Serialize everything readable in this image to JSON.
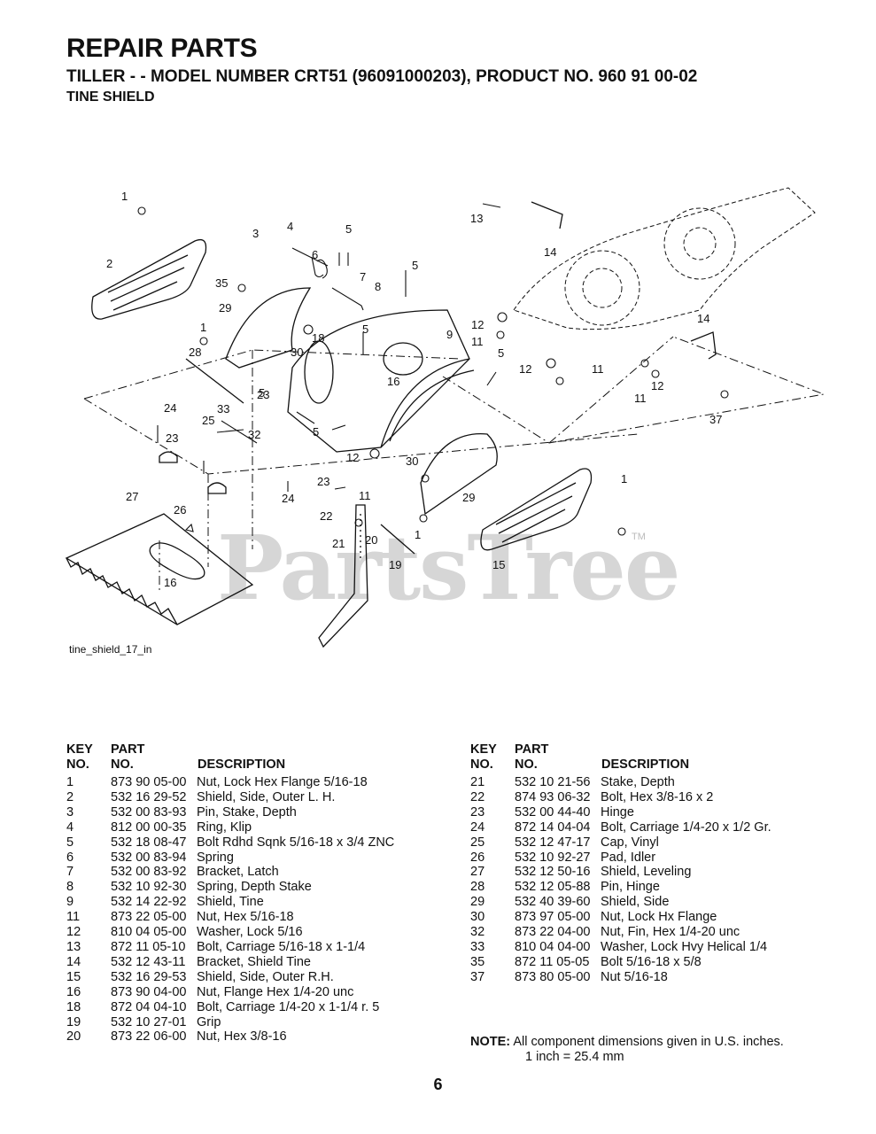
{
  "header": {
    "title": "REPAIR PARTS",
    "subtitle": "TILLER - - MODEL NUMBER CRT51 (96091000203), PRODUCT NO. 960 91 00-02",
    "section": "TINE SHIELD"
  },
  "figure": {
    "label": "tine_shield_17_in",
    "watermark": "PartsTree",
    "trademark": "TM",
    "callouts": [
      "1",
      "2",
      "3",
      "4",
      "5",
      "5",
      "6",
      "35",
      "7",
      "8",
      "5",
      "29",
      "1",
      "18",
      "5",
      "30",
      "28",
      "16",
      "9",
      "5",
      "23",
      "33",
      "25",
      "32",
      "24",
      "23",
      "5",
      "12",
      "30",
      "27",
      "26",
      "23",
      "24",
      "22",
      "11",
      "21",
      "20",
      "19",
      "16",
      "1",
      "29",
      "15",
      "1",
      "13",
      "14",
      "12",
      "11",
      "12",
      "11",
      "14",
      "11",
      "12",
      "37"
    ]
  },
  "table_headers": {
    "key_line1": "KEY",
    "key_line2": "NO.",
    "part_line1": "PART",
    "part_line2": "NO.",
    "description": "DESCRIPTION"
  },
  "parts_left": [
    {
      "key": "1",
      "part": "873 90 05-00",
      "desc": "Nut, Lock Hex Flange  5/16-18"
    },
    {
      "key": "2",
      "part": "532 16 29-52",
      "desc": "Shield, Side, Outer L. H."
    },
    {
      "key": "3",
      "part": "532 00 83-93",
      "desc": "Pin, Stake, Depth"
    },
    {
      "key": "4",
      "part": "812 00 00-35",
      "desc": "Ring, Klip"
    },
    {
      "key": "5",
      "part": "532 18 08-47",
      "desc": "Bolt Rdhd Sqnk 5/16-18 x 3/4 ZNC"
    },
    {
      "key": "6",
      "part": "532 00 83-94",
      "desc": "Spring"
    },
    {
      "key": "7",
      "part": "532 00 83-92",
      "desc": "Bracket, Latch"
    },
    {
      "key": "8",
      "part": "532 10 92-30",
      "desc": "Spring, Depth Stake"
    },
    {
      "key": "9",
      "part": "532 14 22-92",
      "desc": "Shield, Tine"
    },
    {
      "key": "11",
      "part": "873 22 05-00",
      "desc": "Nut, Hex  5/16-18"
    },
    {
      "key": "12",
      "part": "810 04 05-00",
      "desc": "Washer, Lock  5/16"
    },
    {
      "key": "13",
      "part": "872 11 05-10",
      "desc": "Bolt, Carriage  5/16-18 x 1-1/4"
    },
    {
      "key": "14",
      "part": "532 12 43-11",
      "desc": "Bracket, Shield Tine"
    },
    {
      "key": "15",
      "part": "532 16 29-53",
      "desc": "Shield, Side, Outer R.H."
    },
    {
      "key": "16",
      "part": "873 90 04-00",
      "desc": "Nut, Flange Hex  1/4-20 unc"
    },
    {
      "key": "18",
      "part": "872 04 04-10",
      "desc": "Bolt, Carriage  1/4-20 x 1-1/4 r. 5"
    },
    {
      "key": "19",
      "part": "532 10 27-01",
      "desc": "Grip"
    },
    {
      "key": "20",
      "part": "873 22 06-00",
      "desc": "Nut, Hex  3/8-16"
    }
  ],
  "parts_right": [
    {
      "key": "21",
      "part": "532 10 21-56",
      "desc": "Stake, Depth"
    },
    {
      "key": "22",
      "part": "874 93 06-32",
      "desc": "Bolt, Hex  3/8-16 x 2"
    },
    {
      "key": "23",
      "part": "532 00 44-40",
      "desc": "Hinge"
    },
    {
      "key": "24",
      "part": "872 14 04-04",
      "desc": "Bolt, Carriage  1/4-20 x 1/2 Gr."
    },
    {
      "key": "25",
      "part": "532 12 47-17",
      "desc": "Cap, Vinyl"
    },
    {
      "key": "26",
      "part": "532 10 92-27",
      "desc": "Pad, Idler"
    },
    {
      "key": "27",
      "part": "532 12 50-16",
      "desc": "Shield, Leveling"
    },
    {
      "key": "28",
      "part": "532 12 05-88",
      "desc": "Pin, Hinge"
    },
    {
      "key": "29",
      "part": "532 40 39-60",
      "desc": "Shield, Side"
    },
    {
      "key": "30",
      "part": "873 97 05-00",
      "desc": "Nut, Lock Hx Flange"
    },
    {
      "key": "32",
      "part": "873 22 04-00",
      "desc": "Nut, Fin, Hex 1/4-20 unc"
    },
    {
      "key": "33",
      "part": "810 04 04-00",
      "desc": "Washer, Lock Hvy Helical 1/4"
    },
    {
      "key": "35",
      "part": "872 11 05-05",
      "desc": "Bolt 5/16-18 x 5/8"
    },
    {
      "key": "37",
      "part": "873 80 05-00",
      "desc": "Nut 5/16-18"
    }
  ],
  "note": {
    "label": "NOTE:",
    "line1": "All component dimensions given in U.S. inches.",
    "line2": "1 inch = 25.4 mm"
  },
  "page_number": "6"
}
